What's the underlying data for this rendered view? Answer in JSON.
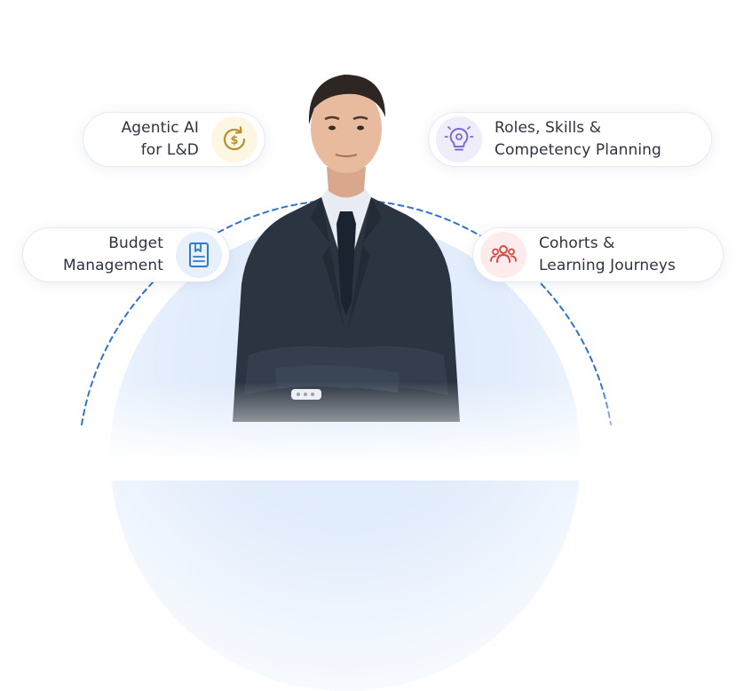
{
  "features": {
    "agentic": {
      "line1": "Agentic AI",
      "line2": "for L&D",
      "icon": "dollar-refresh-icon",
      "icon_color": "#b8912a",
      "icon_bg": "#fdf6e3"
    },
    "roles": {
      "line1": "Roles, Skills &",
      "line2": "Competency Planning",
      "icon": "lightbulb-gear-icon",
      "icon_color": "#7e6ad1",
      "icon_bg": "#f0edfb"
    },
    "budget": {
      "line1": "Budget",
      "line2": "Management",
      "icon": "document-bookmark-icon",
      "icon_color": "#2f7cc8",
      "icon_bg": "#e8f1fb"
    },
    "cohorts": {
      "line1": "Cohorts &",
      "line2": "Learning Journeys",
      "icon": "group-people-icon",
      "icon_color": "#d8463f",
      "icon_bg": "#fdeceb"
    }
  },
  "colors": {
    "arc": "#2f72d1",
    "text": "#2d3440"
  }
}
